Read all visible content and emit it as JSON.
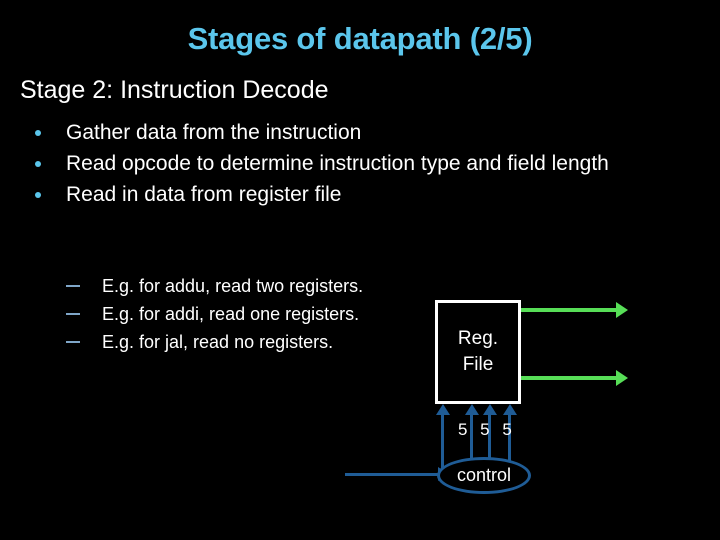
{
  "slide": {
    "background_color": "#000000",
    "title": "Stages of datapath (2/5)",
    "title_color": "#5BC6EC",
    "heading": "Stage 2: Instruction Decode"
  },
  "bullets": [
    {
      "text": "Gather data from the instruction"
    },
    {
      "text": "Read opcode to determine instruction type and field length"
    },
    {
      "text": "Read in data from register file"
    }
  ],
  "sub_bullets": [
    {
      "text": "E.g. for addu, read two registers."
    },
    {
      "text": "E.g. for addi, read one registers."
    },
    {
      "text": "E.g. for jal, read no registers."
    }
  ],
  "diagram": {
    "reg_file": {
      "line1": "Reg.",
      "line2": "File",
      "border_color": "#FFFFFF",
      "fill_color": "#000000"
    },
    "control": {
      "label": "control",
      "border_color": "#1F5C96"
    },
    "bit_width_labels": "5 5 5",
    "output_arrow_color": "#57DE57",
    "input_arrow_color": "#1F5C96",
    "output_arrow_count": 2,
    "input_arrow_count": 4
  }
}
